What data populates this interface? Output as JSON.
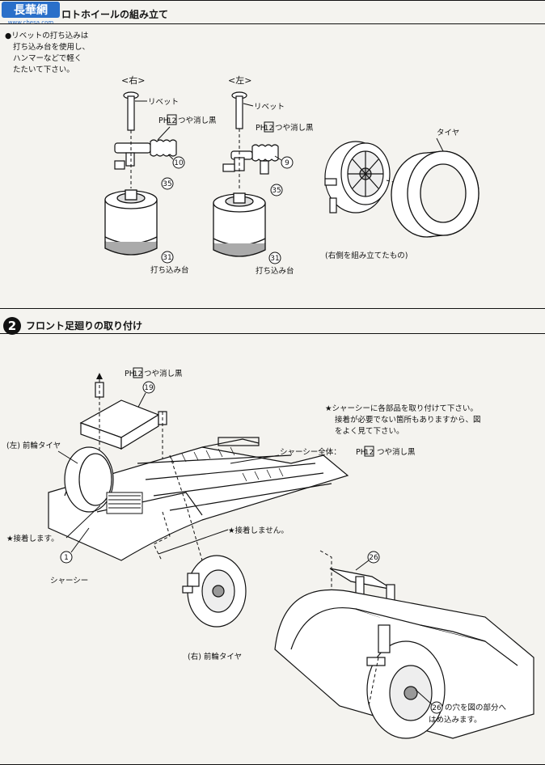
{
  "watermark": {
    "brand": "長華網",
    "site": "www.chesa.com"
  },
  "step1": {
    "title": "ロトホイールの組み立て",
    "note_lines": [
      "●リベットの打ち込みは",
      "打ち込み台を使用し、",
      "ハンマーなどで軽く",
      "たたいて下さい。"
    ],
    "right_label": "<右>",
    "left_label": "<左>",
    "rivet": "リベット",
    "paint": "つや消し黒",
    "paint_code": "12",
    "paint_prefix": "PH",
    "base": "打ち込み台",
    "tire": "タイヤ",
    "assembled": "(右側を組み立てたもの)",
    "parts": {
      "hub_right": "10",
      "hub_left": "9",
      "cup": "35",
      "stand": "31"
    }
  },
  "step2": {
    "number": "2",
    "title": "フロント足廻りの取り付け",
    "paint": "つや消し黒",
    "paint_code": "12",
    "paint_prefix": "PH",
    "part_19": "19",
    "part_26a": "26",
    "part_26b": "26",
    "part_1": "1",
    "front_tire_left": "(左) 前輪タイヤ",
    "front_tire_right": "(右) 前輪タイヤ",
    "glue": "★接着します。",
    "no_glue": "★接着しません。",
    "chassis": "シャーシー",
    "chassis_all": "シャーシー全体：",
    "note_lines": [
      "★シャーシーに各部品を取り付けて下さい。",
      "接着が必要でない箇所もありますから、図",
      "をよく見て下さい。"
    ],
    "hole_note_1": "の穴を図の部分へ",
    "hole_note_2": "はめ込みます。"
  }
}
